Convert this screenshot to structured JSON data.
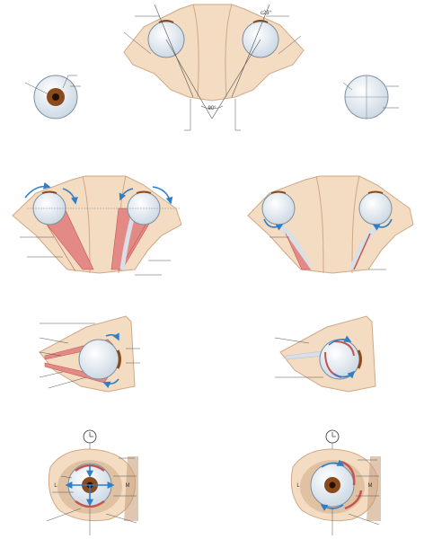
{
  "labels": {
    "angle_axes": "90°",
    "angle_eye": "c23°",
    "lateral_left": "L",
    "medial_left": "M",
    "lateral_right": "L",
    "medial_right": "M"
  },
  "colors": {
    "bone": "#f3dcc2",
    "bone_edge": "#cfa886",
    "bone_shadow": "#c9a27e",
    "globe": "#dfe8f0",
    "globe_edge": "#7d8fa0",
    "muscle": "#e48a86",
    "muscle_dark": "#c4544f",
    "tendon": "#d9dfe6",
    "arrow": "#2f7fc6",
    "iris": "#8a4a1c",
    "line": "#555555"
  },
  "icons": {
    "clock_left": "clock-icon",
    "clock_right": "clock-icon"
  }
}
